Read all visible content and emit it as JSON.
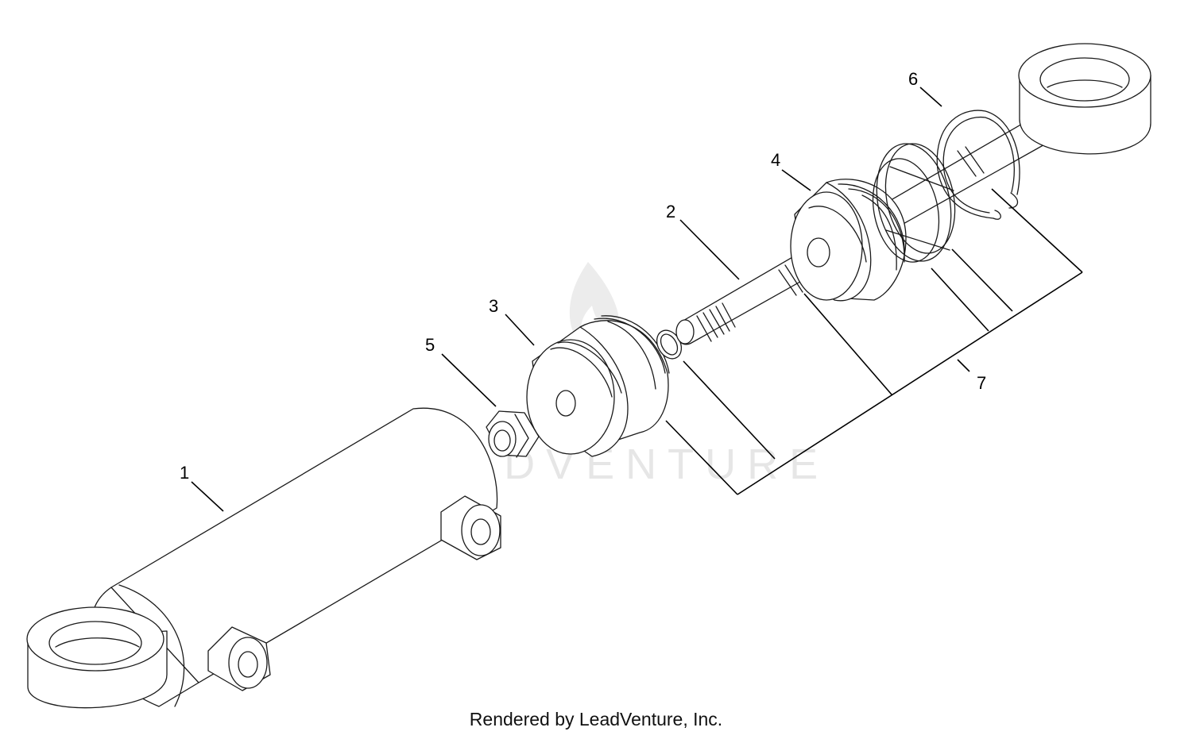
{
  "callouts": [
    "1",
    "2",
    "3",
    "4",
    "5",
    "6",
    "7"
  ],
  "watermark": "LEADVENTURE",
  "credit": "Rendered by LeadVenture, Inc."
}
